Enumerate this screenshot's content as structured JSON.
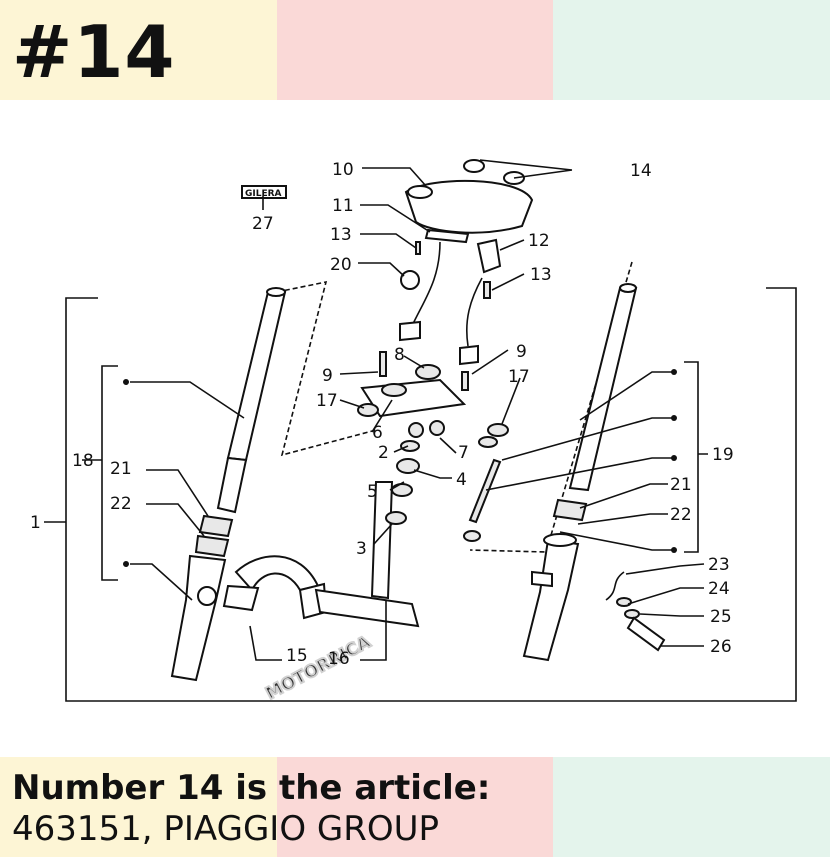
{
  "header": {
    "item_number": "#14"
  },
  "caption": {
    "title": "Number 14 is the article:",
    "value": "463151, PIAGGIO GROUP"
  },
  "watermark": "MOTORRICA",
  "decal_text": "GILERA",
  "callouts": {
    "c1": "1",
    "c2": "2",
    "c3": "3",
    "c4": "4",
    "c5": "5",
    "c6": "6",
    "c7": "7",
    "c8": "8",
    "c9a": "9",
    "c9b": "9",
    "c10": "10",
    "c11": "11",
    "c12": "12",
    "c13a": "13",
    "c13b": "13",
    "c14": "14",
    "c15": "15",
    "c16": "16",
    "c17a": "17",
    "c17b": "17",
    "c18": "18",
    "c19": "19",
    "c20": "20",
    "c21a": "21",
    "c21b": "21",
    "c22a": "22",
    "c22b": "22",
    "c23": "23",
    "c24": "24",
    "c25": "25",
    "c26": "26",
    "c27": "27"
  },
  "colors": {
    "band_yellow": "#fdf5d5",
    "band_pink": "#fad9d7",
    "band_green": "#e4f4ec"
  }
}
